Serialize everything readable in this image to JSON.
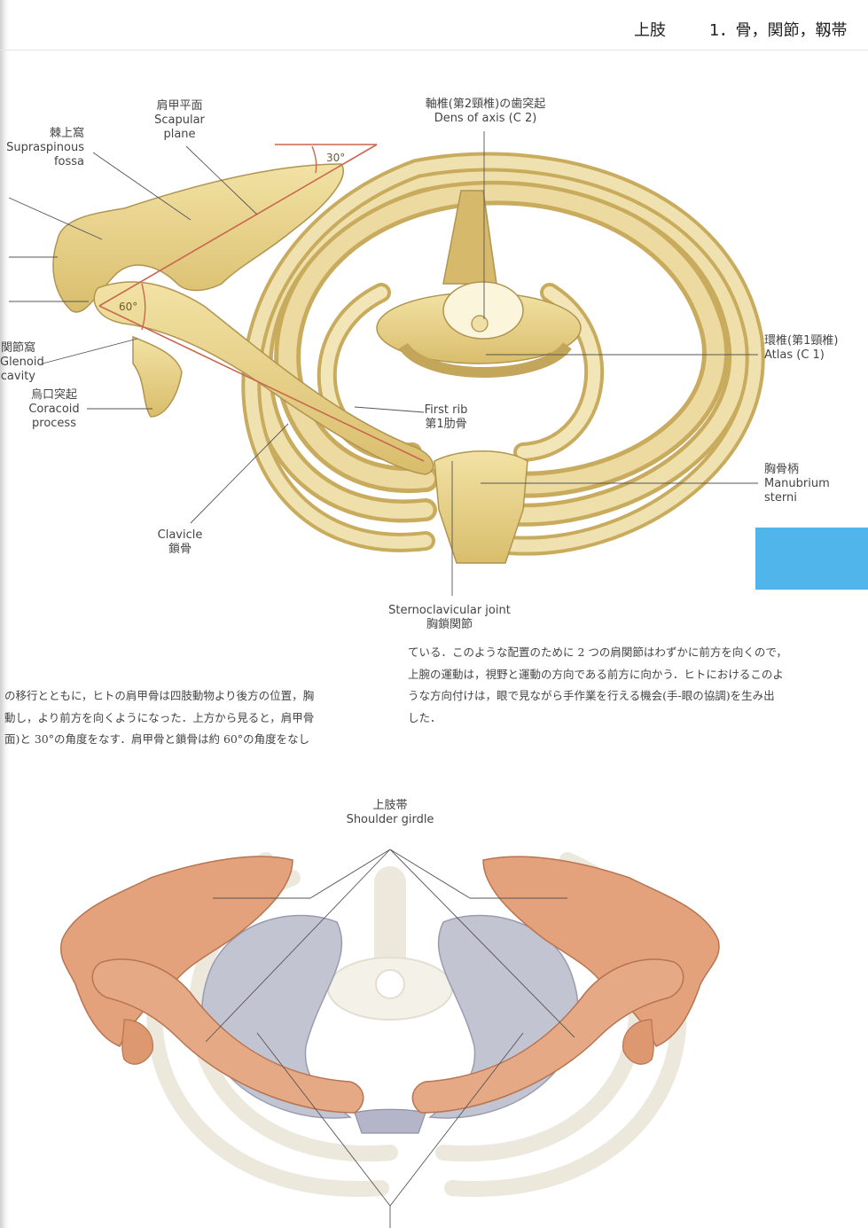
{
  "header": {
    "section": "上肢",
    "chapter": "1．骨，関節，靱帯"
  },
  "figure_top": {
    "labels": {
      "scapular_plane": [
        "肩甲平面",
        "Scapular",
        "plane"
      ],
      "supraspinous": [
        "棘上窩",
        "Supraspinous",
        "fossa"
      ],
      "dens": [
        "軸椎(第2頸椎)の歯突起",
        "Dens of axis (C 2)"
      ],
      "atlas": [
        "環椎(第1頸椎)",
        "Atlas (C 1)"
      ],
      "first_rib": [
        "First rib",
        "第1肋骨"
      ],
      "glenoid": [
        "関節窩",
        "Glenoid",
        "cavity"
      ],
      "coracoid": [
        "烏口突起",
        "Coracoid",
        "process"
      ],
      "manubrium": [
        "胸骨柄",
        "Manubrium",
        "sterni"
      ],
      "clavicle": [
        "Clavicle",
        "鎖骨"
      ],
      "sternoclavicular": [
        "Sternoclavicular joint",
        "胸鎖関節"
      ],
      "angle_30": "30°",
      "angle_60": "60°"
    }
  },
  "text": {
    "left": [
      "の移行とともに，ヒトの肩甲骨は四肢動物より後方の位置，胸",
      "動し，より前方を向くようになった．上方から見ると，肩甲骨",
      "面)と 30°の角度をなす．肩甲骨と鎖骨は約 60°の角度をなし"
    ],
    "right": [
      "ている．このような配置のために 2 つの肩関節はわずかに前方を向くので，",
      "上腕の運動は，視野と運動の方向である前方に向かう．ヒトにおけるこのよ",
      "うな方向付けは，眼で見ながら手作業を行える機会(手-眼の協調)を生み出",
      "した．"
    ]
  },
  "figure_bottom": {
    "labels": {
      "shoulder_girdle": [
        "上肢帯",
        "Shoulder girdle"
      ]
    }
  },
  "colors": {
    "bone": "#e7d28c",
    "bone_shade": "#cdb063",
    "shoulder_girdle": "#e3a27c",
    "ribcage_gray": "#b7b8c8",
    "angle_line": "#c8674d",
    "tab_blue": "#4fb5ea"
  }
}
